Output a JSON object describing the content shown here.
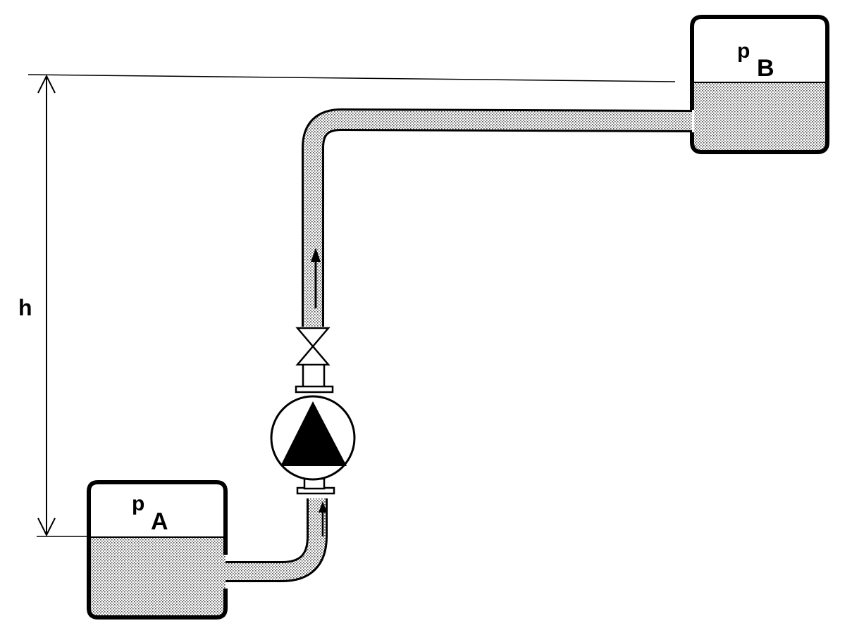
{
  "labels": {
    "height": "h",
    "tank_a_symbol": "p",
    "tank_a_subscript": "A",
    "tank_b_symbol": "p",
    "tank_b_subscript": "B"
  },
  "colors": {
    "line": "#000000",
    "fluid_dot": "#555555",
    "background": "#ffffff"
  }
}
